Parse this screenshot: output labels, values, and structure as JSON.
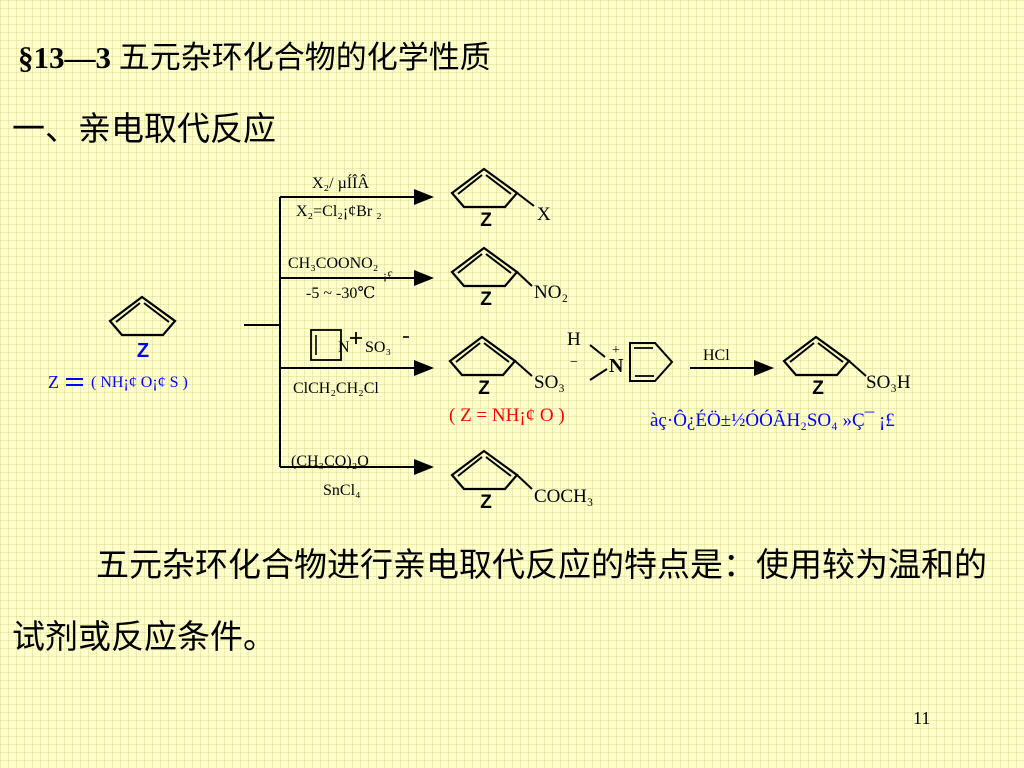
{
  "title": {
    "section": "§13—3",
    "text": "五元杂环化合物的化学性质"
  },
  "subtitle": "一、亲电取代反应",
  "scheme": {
    "ring_label": "Z",
    "z_def_symbol": "Z",
    "z_def_text": "( NH¡¢ O¡¢ S )",
    "halogenation": {
      "cond1": "X₂/ µÍÎÂ",
      "cond2": "X₂=Cl₂¡¢Br ₂",
      "product_sub": "X"
    },
    "nitration": {
      "cond1": "CH₃COONO₂",
      "cond2": "-5 ~ -30℃",
      "cond_mark": "¡£",
      "product_sub": "NO₂"
    },
    "sulfonation": {
      "reagent_n": "N",
      "reagent_so3": "SO₃",
      "solvent": "ClCH₂CH₂Cl",
      "product_sub": "SO₃",
      "charge_minus": "−",
      "charge_plus": "+",
      "pyridinium_h": "H",
      "pyridinium_n": "N",
      "z_note": "( Z = NH¡¢ O )",
      "hcl": "HCl",
      "final_sub": "SO₃H",
      "garbled_note": "àç·Ô¿ÉÖ±½ÓÓÃH₂SO₄ »Ç¯ ¡£"
    },
    "acylation": {
      "cond1": "(CH₃CO)₂O",
      "cond2": "SnCl₄",
      "product_sub": "COCH₃"
    }
  },
  "paragraph": "五元杂环化合物进行亲电取代反应的特点是：使用较为温和的试剂或反应条件。",
  "page_number": "11",
  "colors": {
    "blue": "#0000ff",
    "red": "#ff0000",
    "background": "#ffffcc"
  }
}
